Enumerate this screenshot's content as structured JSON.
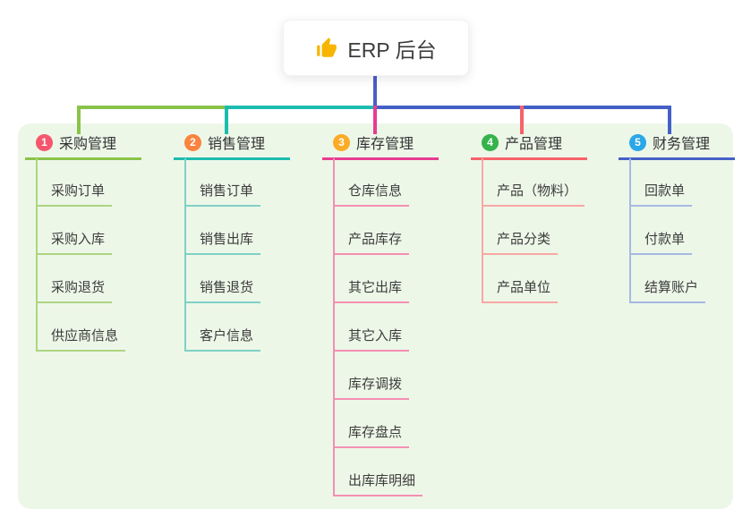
{
  "canvas": {
    "background": "#ffffff",
    "panel_background": "#edf7e8"
  },
  "root": {
    "icon": "thumbs-up-icon",
    "icon_color": "#f7b500",
    "label": "ERP 后台",
    "stem_color": "#4c5cc9"
  },
  "branches": [
    {
      "badge": "1",
      "badge_color": "#f5566e",
      "label": "采购管理",
      "line_color": "#8bc34a",
      "child_line_color": "#aed581",
      "children": [
        "采购订单",
        "采购入库",
        "采购退货",
        "供应商信息"
      ]
    },
    {
      "badge": "2",
      "badge_color": "#fb833e",
      "label": "销售管理",
      "line_color": "#1bbcae",
      "child_line_color": "#7fd0c6",
      "children": [
        "销售订单",
        "销售出库",
        "销售退货",
        "客户信息"
      ]
    },
    {
      "badge": "3",
      "badge_color": "#fbab24",
      "label": "库存管理",
      "line_color": "#e73c92",
      "child_line_color": "#f48fb1",
      "children": [
        "仓库信息",
        "产品库存",
        "其它出库",
        "其它入库",
        "库存调拨",
        "库存盘点",
        "出库库明细"
      ]
    },
    {
      "badge": "4",
      "badge_color": "#35b34a",
      "label": "产品管理",
      "line_color": "#f8626b",
      "child_line_color": "#f9a8a6",
      "children": [
        "产品（物料）",
        "产品分类",
        "产品单位"
      ]
    },
    {
      "badge": "5",
      "badge_color": "#2aa7e8",
      "label": "财务管理",
      "line_color": "#4460c7",
      "child_line_color": "#a6b9e2",
      "children": [
        "回款单",
        "付款单",
        "结算账户"
      ]
    }
  ]
}
